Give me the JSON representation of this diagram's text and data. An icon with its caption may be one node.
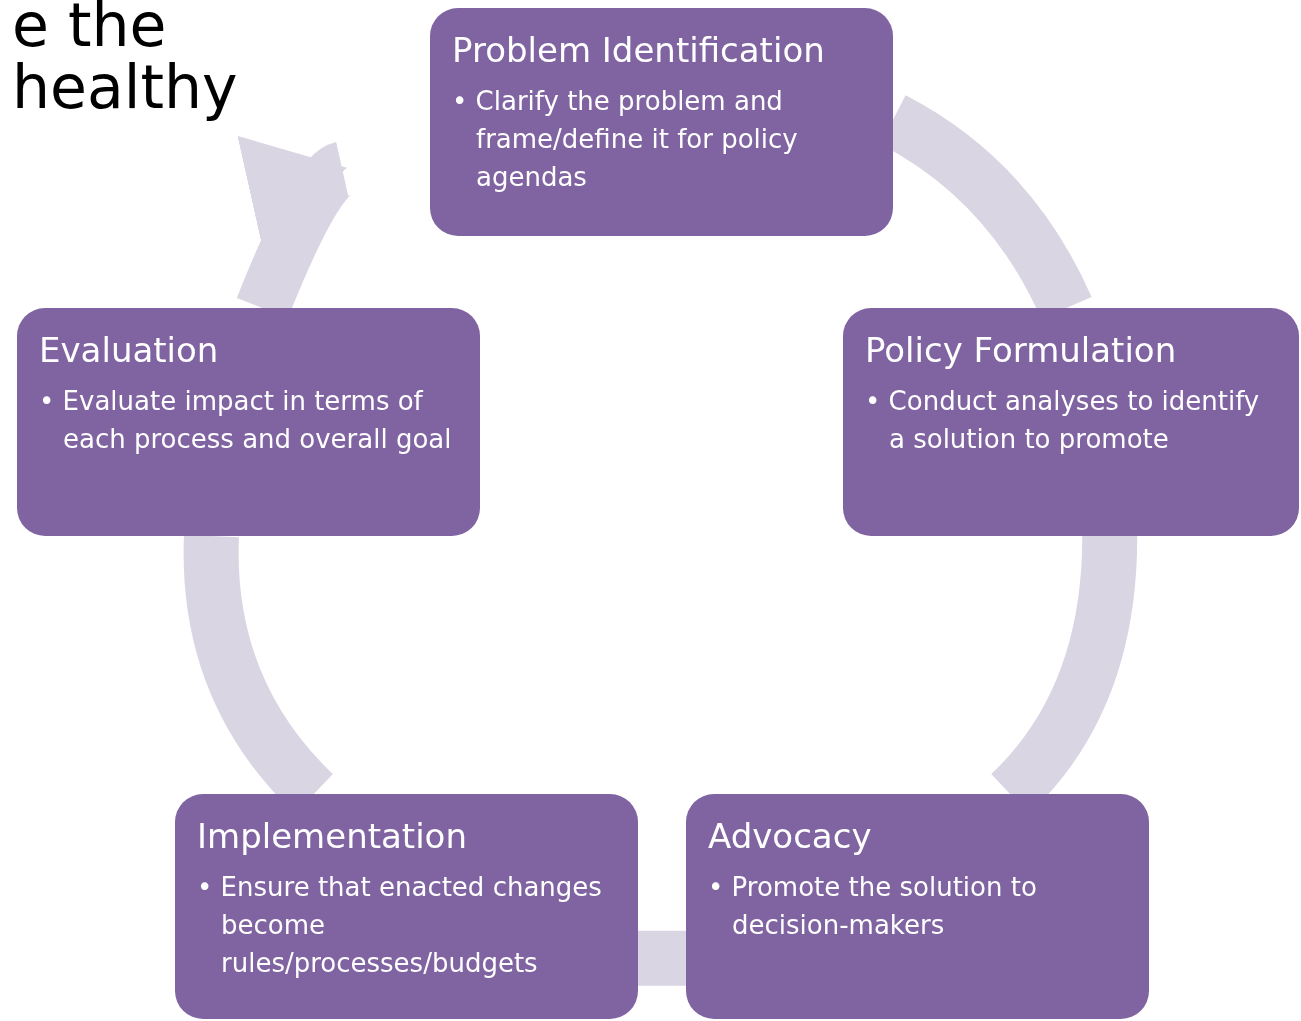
{
  "diagram": {
    "nodes": [
      {
        "text": [
          "Problem Identification",
          "• Clarify the problem and frame/define it for policy agendas"
        ]
      },
      {
        "text": [
          "Policy Formulation",
          "• Conduct analyses to identify a solution to promote"
        ]
      },
      {
        "text": [
          "Advocacy",
          "• Promote the solution to decision-makers"
        ]
      },
      {
        "text": [
          "Implementation",
          "• Ensure that enacted changes become rules/processes/budgets"
        ]
      },
      {
        "text": [
          "Evaluation",
          "• Evaluate impact in terms of each process and overall goal"
        ]
      }
    ],
    "edges": [
      {
        "from": 0,
        "to": 1,
        "arrow": "none"
      },
      {
        "from": 1,
        "to": 2,
        "arrow": "none"
      },
      {
        "from": 2,
        "to": 3,
        "arrow": "none"
      },
      {
        "from": 3,
        "to": 4,
        "arrow": "none"
      },
      {
        "from": 4,
        "to": 0,
        "arrow": "to"
      }
    ],
    "labels": [
      "e the",
      "healthy"
    ]
  }
}
